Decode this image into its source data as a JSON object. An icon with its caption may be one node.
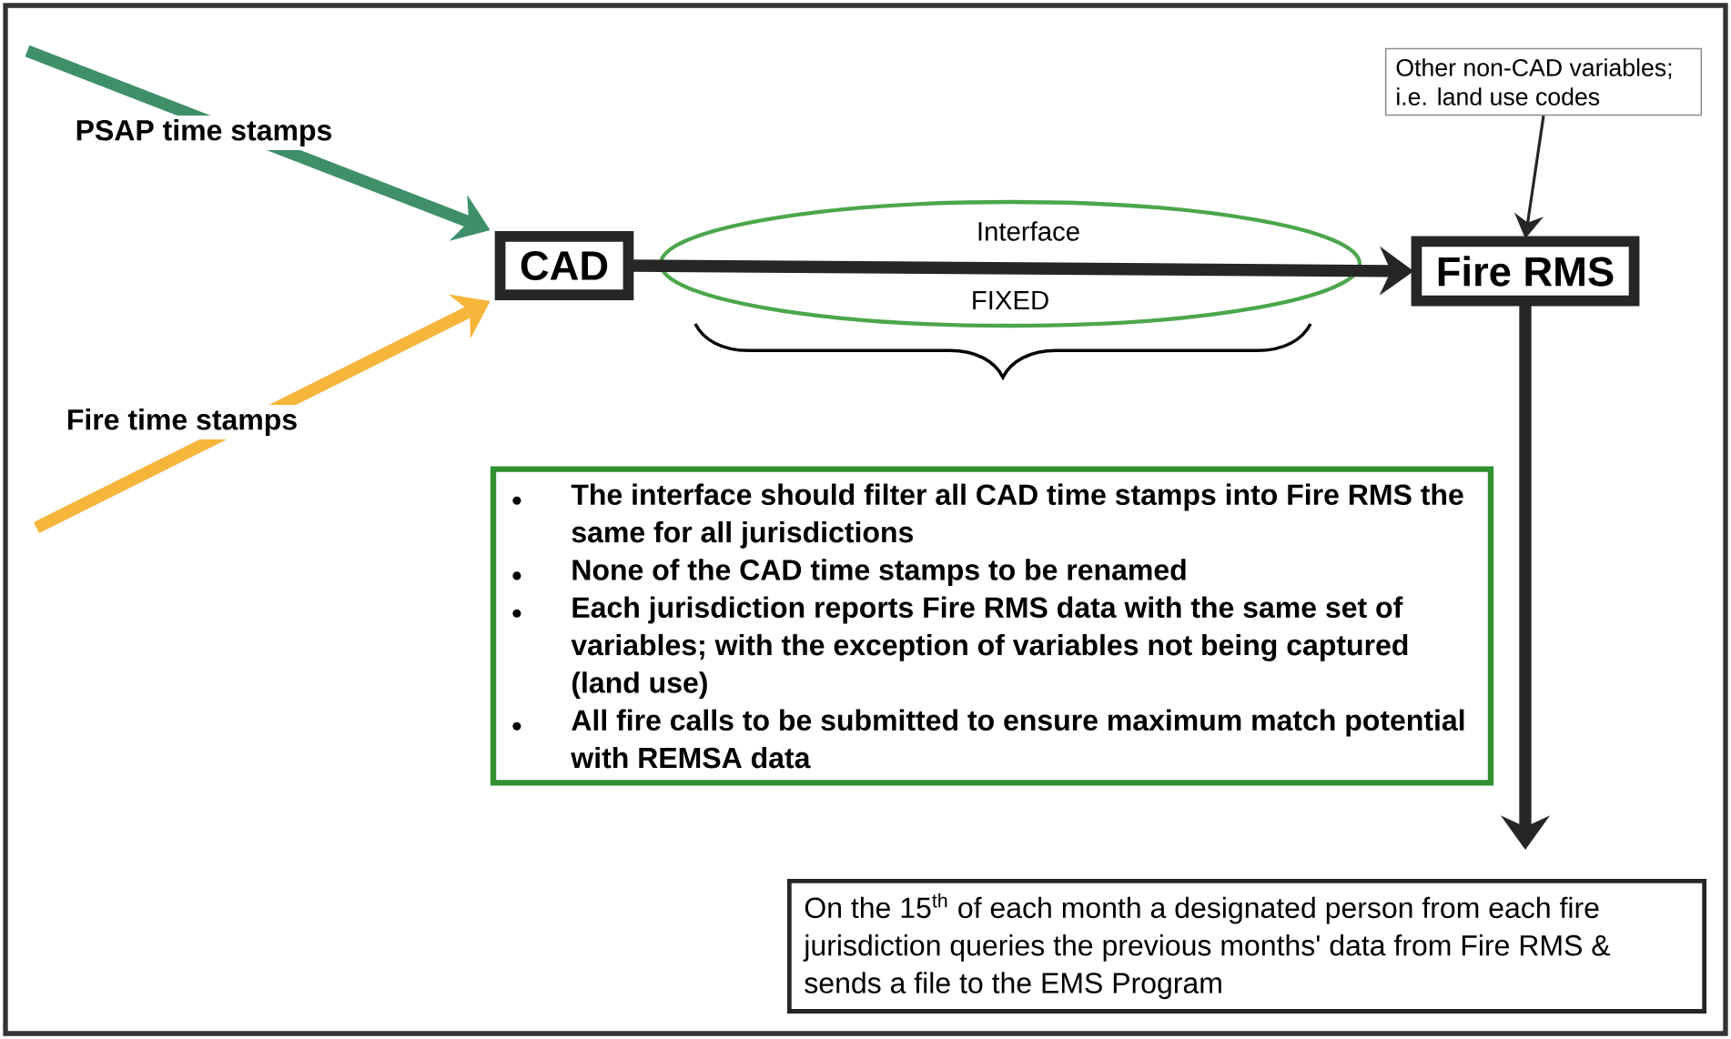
{
  "diagram": {
    "nodes": [
      {
        "text": [
          "CAD"
        ]
      },
      {
        "text": [
          "Fire RMS"
        ]
      },
      {
        "text": [
          "Other non-CAD variables; i.e. land use codes"
        ]
      },
      {
        "text": [
          "The interface should filter all CAD time stamps into Fire RMS the same for all jurisdictions",
          "None of the CAD time stamps to be renamed",
          "Each jurisdiction reports Fire RMS data with the same set of variables; with the exception of variables not being captured (land use)",
          "All fire calls to be submitted to ensure maximum match potential with REMSA data"
        ]
      },
      {
        "text": [
          "On the 15$^{th}$ of each month a designated person from each fire jurisdiction queries the previous months' data from Fire RMS & sends a file to the EMS Program"
        ]
      }
    ],
    "edges": [
      {
        "from": null,
        "to": 0,
        "arrow": "to",
        "label": "PSAP time stamps",
        "color": "#3f8f6b"
      },
      {
        "from": null,
        "to": 0,
        "arrow": "to",
        "label": "Fire time stamps",
        "color": "#f7b53a"
      },
      {
        "from": 0,
        "to": 1,
        "arrow": "to",
        "label": "Interface"
      },
      {
        "from": 2,
        "to": 1,
        "arrow": "to"
      },
      {
        "from": 1,
        "to": 4,
        "arrow": "to"
      }
    ],
    "labels": [
      "FIXED"
    ]
  }
}
